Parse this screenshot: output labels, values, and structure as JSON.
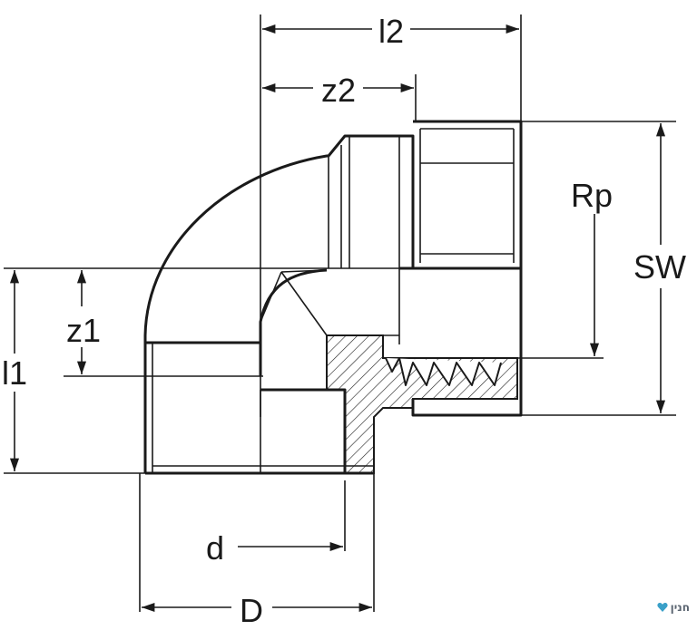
{
  "labels": {
    "l2": "l2",
    "z2": "z2",
    "rp": "Rp",
    "sw": "SW",
    "z1": "z1",
    "l1": "l1",
    "d": "d",
    "big_d": "D"
  },
  "watermark": {
    "text": "חנין",
    "color": "#3aa0c8"
  }
}
